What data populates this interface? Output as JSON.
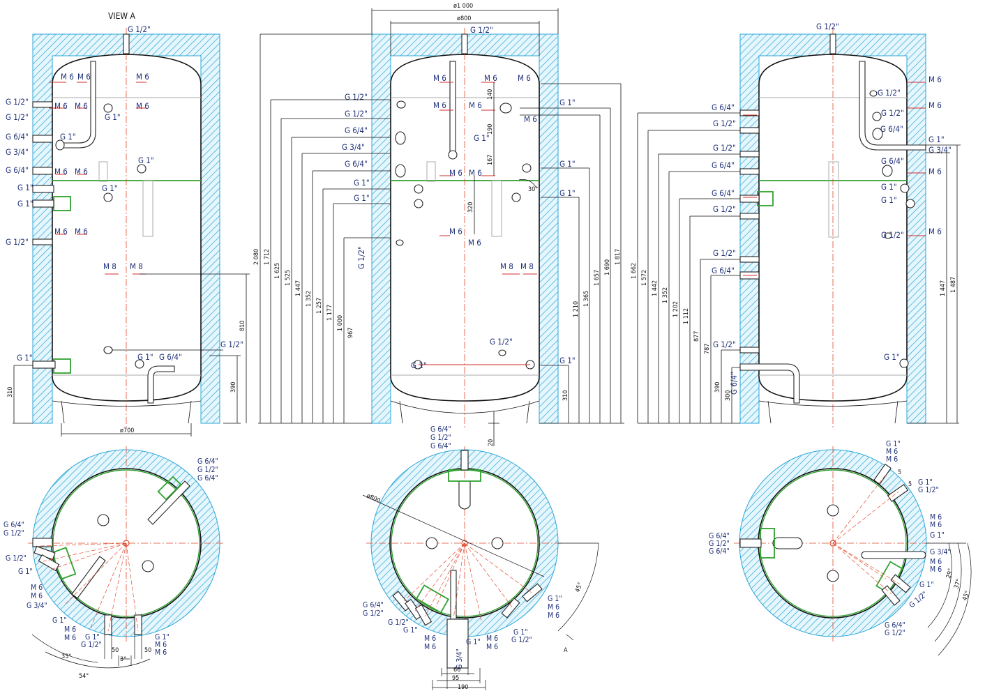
{
  "view_title": "VIEW A",
  "colors": {
    "insulation": "#2aa6d6",
    "insulation_fill": "#e6f6fd",
    "axis": "#e04a2e",
    "flange": "#2fa12f",
    "dims": "#111111",
    "labels": "#1e2f78"
  },
  "labels": {
    "g12": "G 1/2\"",
    "g1": "G 1\"",
    "g64": "G 6/4\"",
    "g34": "G 3/4\"",
    "m6": "M 6",
    "m8": "M 8",
    "g64s": "G 6/4\"",
    "g12s": "G 1/2\"",
    "g1s": "G 1\"",
    "m6s": "M 6",
    "g34s": "G 3/4\""
  },
  "dimensions": {
    "d1000": "ø1 000",
    "d800": "ø800",
    "d700": "ø700",
    "v310": "310",
    "v390": "390",
    "v810": "810",
    "mid_left": [
      "2 080",
      "1 712",
      "1 625",
      "1 525",
      "1 447",
      "1 352",
      "1 257",
      "1 177",
      "1 000",
      "967"
    ],
    "mid_inner": [
      "140",
      "190",
      "167",
      "320"
    ],
    "mid_right": [
      "310",
      "1 210",
      "1 365",
      "1 657",
      "1 690",
      "1 817"
    ],
    "right_left": [
      "1 662",
      "1 572",
      "1 442",
      "1 352",
      "1 202",
      "1 112",
      "877",
      "787",
      "390",
      "300"
    ],
    "right_right": [
      "1 447",
      "1 487"
    ],
    "v20": "20",
    "ang30": "30°",
    "left_bottom": [
      "50",
      "3°",
      "50",
      "33°",
      "54°"
    ],
    "mid_bottom": [
      "66",
      "95",
      "190",
      "45°",
      "A"
    ],
    "right_angles": [
      "29°",
      "37°",
      "45°",
      "5",
      "5"
    ]
  }
}
